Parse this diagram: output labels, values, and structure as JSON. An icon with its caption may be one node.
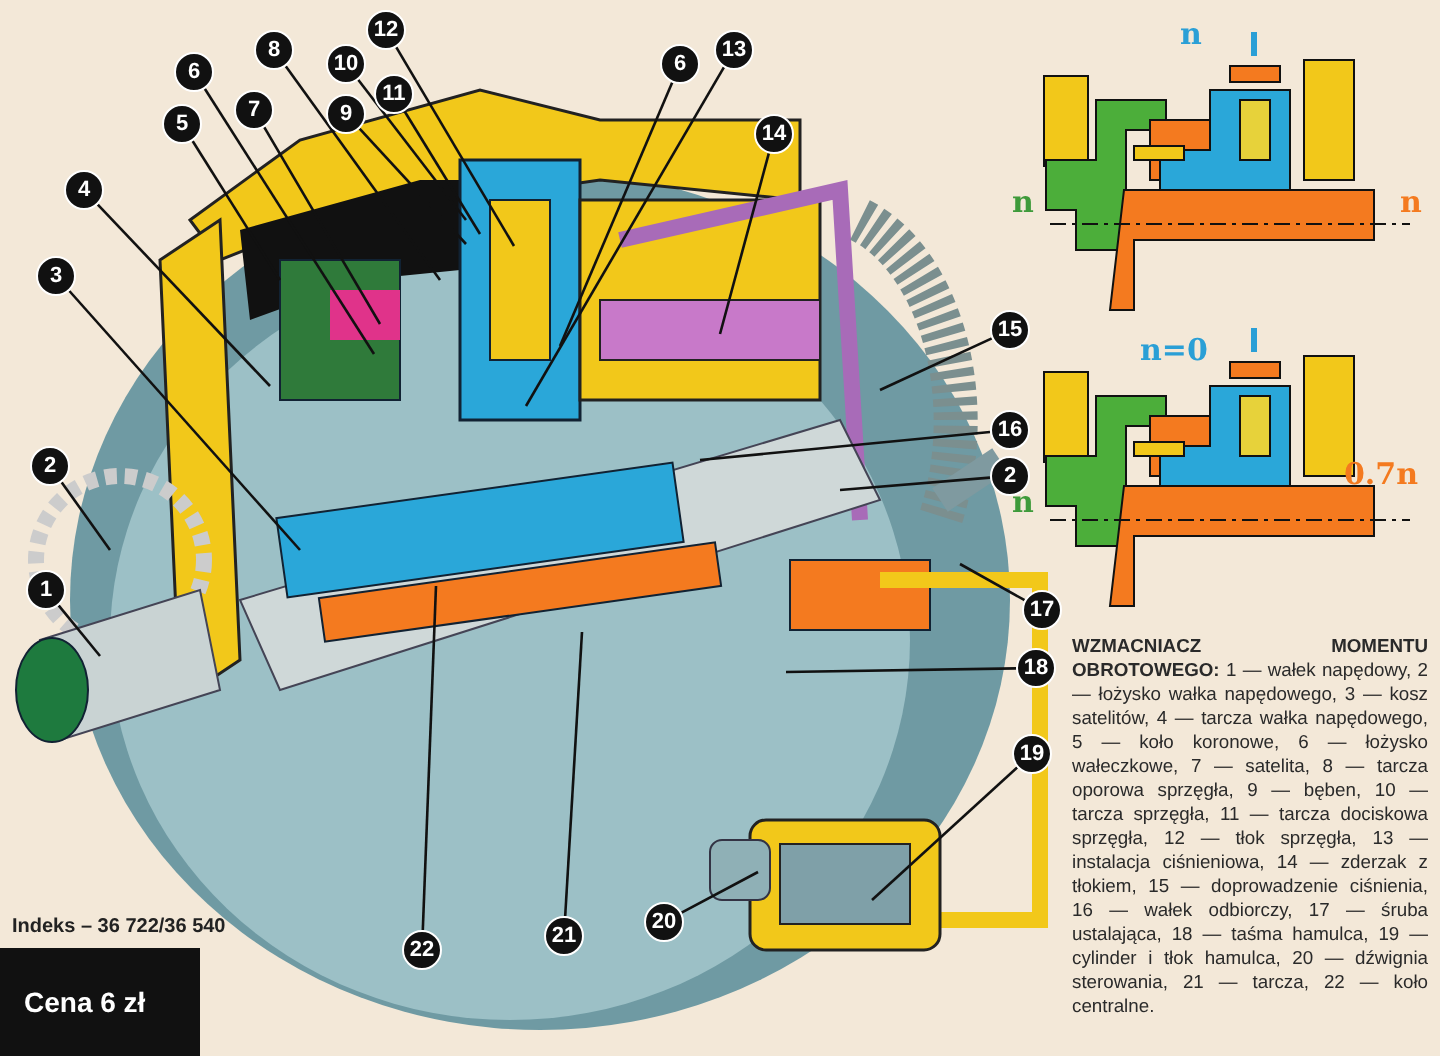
{
  "diagram": {
    "caption": "**WZMACNIACZ MOMENTU OBROTOWEGO:** 1 — wałek napędowy, 2 — łożysko wałka napędowego, 3 — kosz satelitów, 4 — tarcza wałka napędowego, 5 — koło koronowe, 6 — łożysko wałeczkowe, 7 — satelita, 8 — tarcza oporowa sprzęgła, 9 — bęben, 10 — tarcza sprzęgła, 11 — tarcza dociskowa sprzęgła, 12 — tłok sprzęgła, 13 — instalacja ciśnieniowa, 14 — zderzak z tłokiem, 15 — doprowadzenie ciśnienia, 16 — wałek odbiorczy, 17 — śruba ustalająca, 18 — taśma hamulca, 19 — cylinder i tłok hamulca, 20 — dźwignia sterowania, 21 — tarcza, 22 — koło centralne.",
    "nodes": [
      {
        "text": [
          "12"
        ]
      },
      {
        "text": [
          "8"
        ]
      },
      {
        "text": [
          "10"
        ]
      },
      {
        "text": [
          "6"
        ]
      },
      {
        "text": [
          "13"
        ]
      },
      {
        "text": [
          "11"
        ]
      },
      {
        "text": [
          "6"
        ]
      },
      {
        "text": [
          "7"
        ]
      },
      {
        "text": [
          "9"
        ]
      },
      {
        "text": [
          "5"
        ]
      },
      {
        "text": [
          "14"
        ]
      },
      {
        "text": [
          "4"
        ]
      },
      {
        "text": [
          "3"
        ]
      },
      {
        "text": [
          "15"
        ]
      },
      {
        "text": [
          "16"
        ]
      },
      {
        "text": [
          "2"
        ]
      },
      {
        "text": [
          "2"
        ]
      },
      {
        "text": [
          "1"
        ]
      },
      {
        "text": [
          "17"
        ]
      },
      {
        "text": [
          "18"
        ]
      },
      {
        "text": [
          "19"
        ]
      },
      {
        "text": [
          "20"
        ]
      },
      {
        "text": [
          "21"
        ]
      },
      {
        "text": [
          "22"
        ]
      }
    ],
    "edges": [
      {
        "from": 0,
        "to": null,
        "arrow": "none"
      },
      {
        "from": 1,
        "to": null,
        "arrow": "none"
      },
      {
        "from": 2,
        "to": null,
        "arrow": "none"
      },
      {
        "from": 3,
        "to": null,
        "arrow": "none"
      },
      {
        "from": 4,
        "to": null,
        "arrow": "none"
      },
      {
        "from": 5,
        "to": null,
        "arrow": "none"
      },
      {
        "from": 6,
        "to": null,
        "arrow": "none"
      },
      {
        "from": 7,
        "to": null,
        "arrow": "none"
      },
      {
        "from": 8,
        "to": null,
        "arrow": "none"
      },
      {
        "from": 9,
        "to": null,
        "arrow": "none"
      },
      {
        "from": 10,
        "to": null,
        "arrow": "none"
      },
      {
        "from": 11,
        "to": null,
        "arrow": "none"
      },
      {
        "from": 12,
        "to": null,
        "arrow": "none"
      },
      {
        "from": 13,
        "to": null,
        "arrow": "none"
      },
      {
        "from": 14,
        "to": null,
        "arrow": "none"
      },
      {
        "from": 15,
        "to": null,
        "arrow": "none"
      },
      {
        "from": 16,
        "to": null,
        "arrow": "none"
      },
      {
        "from": 17,
        "to": null,
        "arrow": "none"
      },
      {
        "from": 18,
        "to": null,
        "arrow": "none"
      },
      {
        "from": 19,
        "to": null,
        "arrow": "none"
      },
      {
        "from": 20,
        "to": null,
        "arrow": "none"
      },
      {
        "from": 21,
        "to": null,
        "arrow": "none"
      },
      {
        "from": 22,
        "to": null,
        "arrow": "none"
      },
      {
        "from": 23,
        "to": null,
        "arrow": "none"
      }
    ],
    "labels": [
      "n",
      "n",
      "n",
      "n=0",
      "0.7n",
      "n",
      "Indeks – 36 722/36 540",
      "Cena 6 zł"
    ]
  }
}
